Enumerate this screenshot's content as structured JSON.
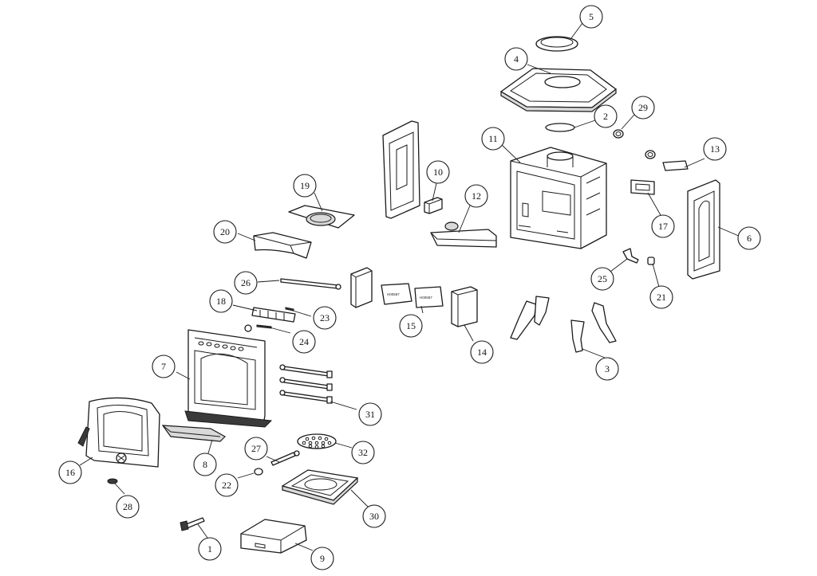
{
  "callouts": [
    {
      "id": "1",
      "label": "1"
    },
    {
      "id": "2",
      "label": "2"
    },
    {
      "id": "3",
      "label": "3"
    },
    {
      "id": "4",
      "label": "4"
    },
    {
      "id": "5",
      "label": "5"
    },
    {
      "id": "6",
      "label": "6"
    },
    {
      "id": "7",
      "label": "7"
    },
    {
      "id": "8",
      "label": "8"
    },
    {
      "id": "9",
      "label": "9"
    },
    {
      "id": "10",
      "label": "10"
    },
    {
      "id": "11",
      "label": "11"
    },
    {
      "id": "12",
      "label": "12"
    },
    {
      "id": "13",
      "label": "13"
    },
    {
      "id": "14",
      "label": "14"
    },
    {
      "id": "15",
      "label": "15"
    },
    {
      "id": "16",
      "label": "16"
    },
    {
      "id": "17",
      "label": "17"
    },
    {
      "id": "18",
      "label": "18"
    },
    {
      "id": "19",
      "label": "19"
    },
    {
      "id": "20",
      "label": "20"
    },
    {
      "id": "21",
      "label": "21"
    },
    {
      "id": "22",
      "label": "22"
    },
    {
      "id": "23",
      "label": "23"
    },
    {
      "id": "24",
      "label": "24"
    },
    {
      "id": "25",
      "label": "25"
    },
    {
      "id": "26",
      "label": "26"
    },
    {
      "id": "27",
      "label": "27"
    },
    {
      "id": "28",
      "label": "28"
    },
    {
      "id": "29",
      "label": "29"
    },
    {
      "id": "30",
      "label": "30"
    },
    {
      "id": "31",
      "label": "31"
    },
    {
      "id": "32",
      "label": "32"
    }
  ],
  "brick_labels": [
    "H00587",
    "H00587"
  ]
}
